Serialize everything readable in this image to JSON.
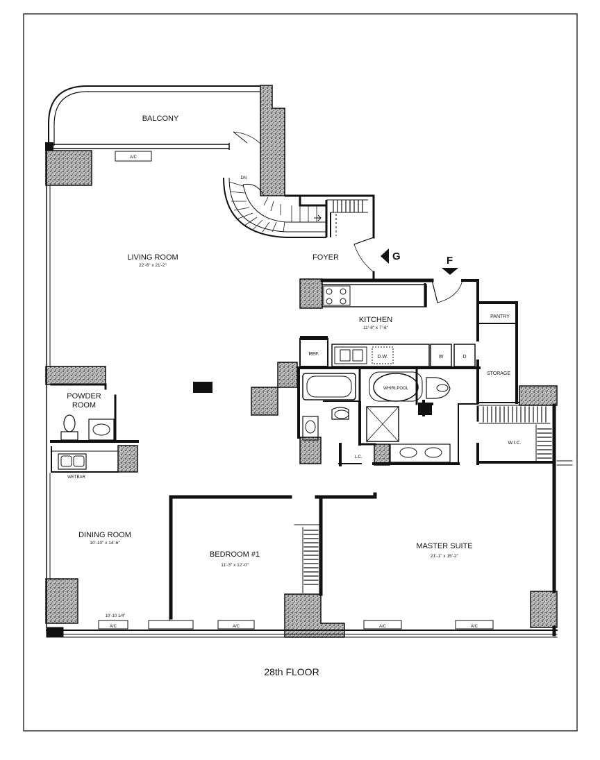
{
  "floor_title": "28th FLOOR",
  "rooms": {
    "balcony": "BALCONY",
    "living_room": "LIVING ROOM",
    "living_room_dim": "22'-6\" x 21'-2\"",
    "foyer": "FOYER",
    "kitchen": "KITCHEN",
    "kitchen_dim": "11'-8\" x 7'-6\"",
    "pantry": "PANTRY",
    "storage": "STORAGE",
    "powder_room_line1": "POWDER",
    "powder_room_line2": "ROOM",
    "wetbar": "WETBAR",
    "dining_room": "DINING ROOM",
    "dining_room_dim": "10'-10\" x 14'-6\"",
    "bedroom1": "BEDROOM #1",
    "bedroom1_dim": "11'-3\" x 12'-0\"",
    "master_suite": "MASTER SUITE",
    "master_suite_dim": "21'-1\" x 15'-2\"",
    "wic": "W.I.C.",
    "lc": "L.C."
  },
  "fixtures": {
    "ac": "A/C",
    "ref": "REF.",
    "dw": "D.W.",
    "washer": "W",
    "dryer": "D",
    "whirlpool": "WHIRLPOOL",
    "stair_dn": "DN"
  },
  "markers": {
    "g": "G",
    "f": "F"
  },
  "annotation_dim": "10'-10 1/4\""
}
